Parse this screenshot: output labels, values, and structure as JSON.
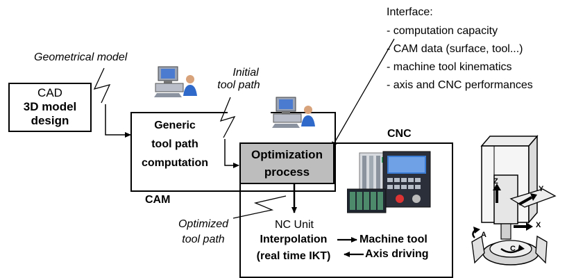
{
  "interface": {
    "title": "Interface:",
    "items": [
      "- computation capacity",
      "- CAM data (surface, tool...)",
      "- machine tool kinematics",
      "- axis and CNC performances"
    ]
  },
  "geometrical_model_label": "Geometrical model",
  "initial_tool_path_label": [
    "Initial",
    "tool path"
  ],
  "cad": {
    "title": "CAD",
    "lines": [
      "3D model",
      "design"
    ]
  },
  "cam": {
    "label": "CAM",
    "generic_lines": [
      "Generic",
      "tool path",
      "computation"
    ]
  },
  "optimization": {
    "lines": [
      "Optimization",
      "process"
    ],
    "fill_color": "#bdbdbd"
  },
  "cnc": {
    "label": "CNC",
    "nc_unit": "NC Unit",
    "interpolation_lines": [
      "Interpolation",
      "(real time IKT)"
    ],
    "outputs": [
      "Machine tool",
      "Axis driving"
    ]
  },
  "optimized_tool_path_label": [
    "Optimized",
    "tool path"
  ],
  "machine_axes": [
    "Z",
    "Y",
    "X",
    "A",
    "C"
  ],
  "icons": [
    "computer-user-icon",
    "computer-user-icon",
    "cnc-controller-icon",
    "machine-tool-icon"
  ]
}
